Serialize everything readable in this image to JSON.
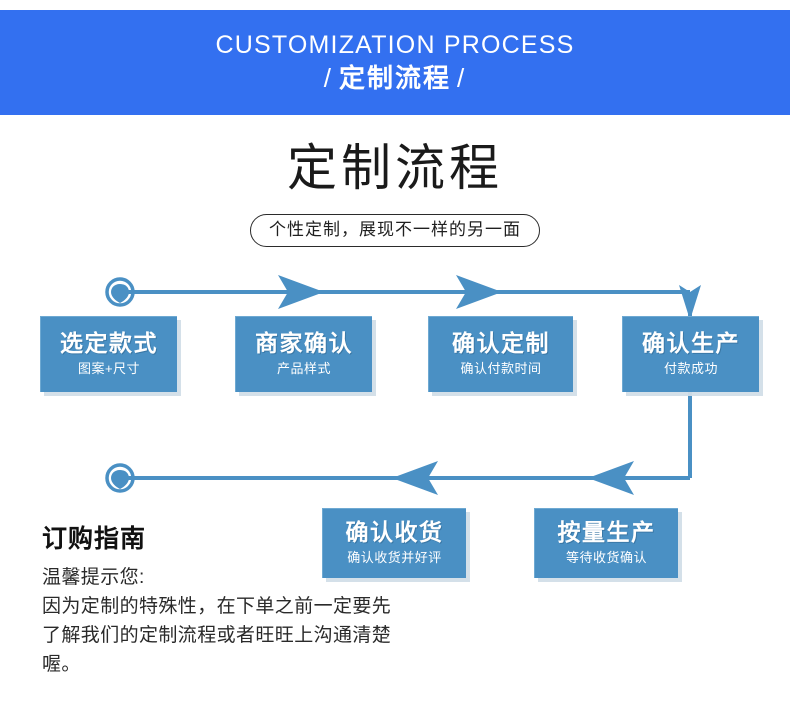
{
  "banner": {
    "english_title": "CUSTOMIZATION PROCESS",
    "chinese_title": "定制流程",
    "slash_left": "/",
    "slash_right": "/",
    "background_color": "#3370f0",
    "text_color": "#ffffff"
  },
  "heading": {
    "title": "定制流程",
    "subtitle": "个性定制，展现不一样的另一面"
  },
  "flow": {
    "accent_color": "#4a90c4",
    "box_color": "#4a90c4",
    "line_color": "#4a90c4",
    "steps": [
      {
        "id": 1,
        "title": "选定款式",
        "subtitle": "图案+尺寸"
      },
      {
        "id": 2,
        "title": "商家确认",
        "subtitle": "产品样式"
      },
      {
        "id": 3,
        "title": "确认定制",
        "subtitle": "确认付款时间"
      },
      {
        "id": 4,
        "title": "确认生产",
        "subtitle": "付款成功"
      },
      {
        "id": 5,
        "title": "按量生产",
        "subtitle": "等待收货确认"
      },
      {
        "id": 6,
        "title": "确认收货",
        "subtitle": "确认收货并好评"
      }
    ]
  },
  "guide": {
    "title": "订购指南",
    "lines": [
      "温馨提示您:",
      "因为定制的特殊性，在下单之前一定要先",
      "了解我们的定制流程或者旺旺上沟通清楚",
      "喔。"
    ]
  }
}
